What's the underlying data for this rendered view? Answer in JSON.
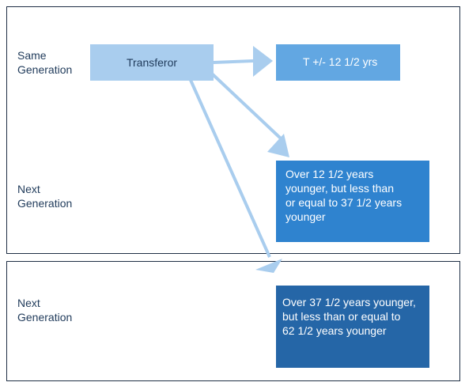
{
  "rows": {
    "same_generation": [
      "Same",
      "Generation"
    ],
    "next_generation_1": [
      "Next",
      "Generation"
    ],
    "next_generation_2": [
      "Next",
      "Generation"
    ]
  },
  "boxes": {
    "transferor": "Transferor",
    "same_generation": "T +/- 12 1/2 yrs",
    "next_generation_1": [
      "Over 12 1/2 years",
      "younger, but less than",
      "or equal to 37 1/2 years",
      "younger"
    ],
    "next_generation_2": [
      "Over 37 1/2 years younger,",
      "but less than or equal to",
      "62 1/2 years younger"
    ]
  },
  "colors": {
    "border": "#1f2f45",
    "label_text": "#1f3a5a",
    "transferor_fill": "#a9cdee",
    "same_generation_fill": "#62a7e2",
    "next_generation_1_fill": "#2f83cf",
    "next_generation_2_fill": "#2566a7",
    "arrow": "#a9cdee"
  }
}
